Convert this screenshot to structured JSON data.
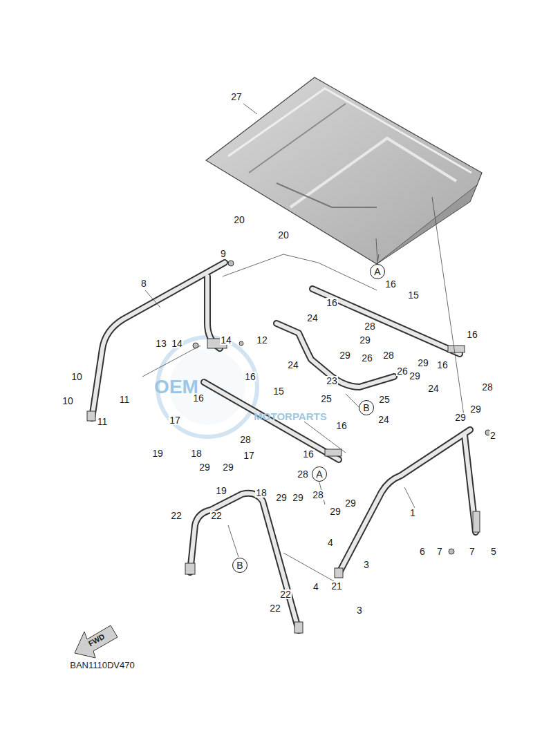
{
  "diagram": {
    "nodes": [
      {
        "text": [
          "A"
        ]
      },
      {
        "text": [
          "B"
        ]
      },
      {
        "text": [
          "A"
        ]
      },
      {
        "text": [
          "B"
        ]
      }
    ],
    "labels": [
      "27",
      "20",
      "20",
      "9",
      "8",
      "16",
      "15",
      "16",
      "24",
      "28",
      "29",
      "13",
      "14",
      "14",
      "12",
      "29",
      "16",
      "28",
      "26",
      "29",
      "16",
      "24",
      "26",
      "29",
      "10",
      "16",
      "23",
      "24",
      "28",
      "15",
      "25",
      "25",
      "11",
      "10",
      "16",
      "29",
      "29",
      "24",
      "11",
      "17",
      "16",
      "2",
      "28",
      "19",
      "18",
      "16",
      "17",
      "29",
      "29",
      "28",
      "19",
      "18",
      "28",
      "29",
      "29",
      "29",
      "1",
      "29",
      "22",
      "22",
      "4",
      "6",
      "7",
      "7",
      "5",
      "3",
      "4",
      "21",
      "22",
      "3",
      "22",
      "FWD",
      "BAN1110DV470",
      "OEM",
      "MOTORPARTS"
    ]
  }
}
